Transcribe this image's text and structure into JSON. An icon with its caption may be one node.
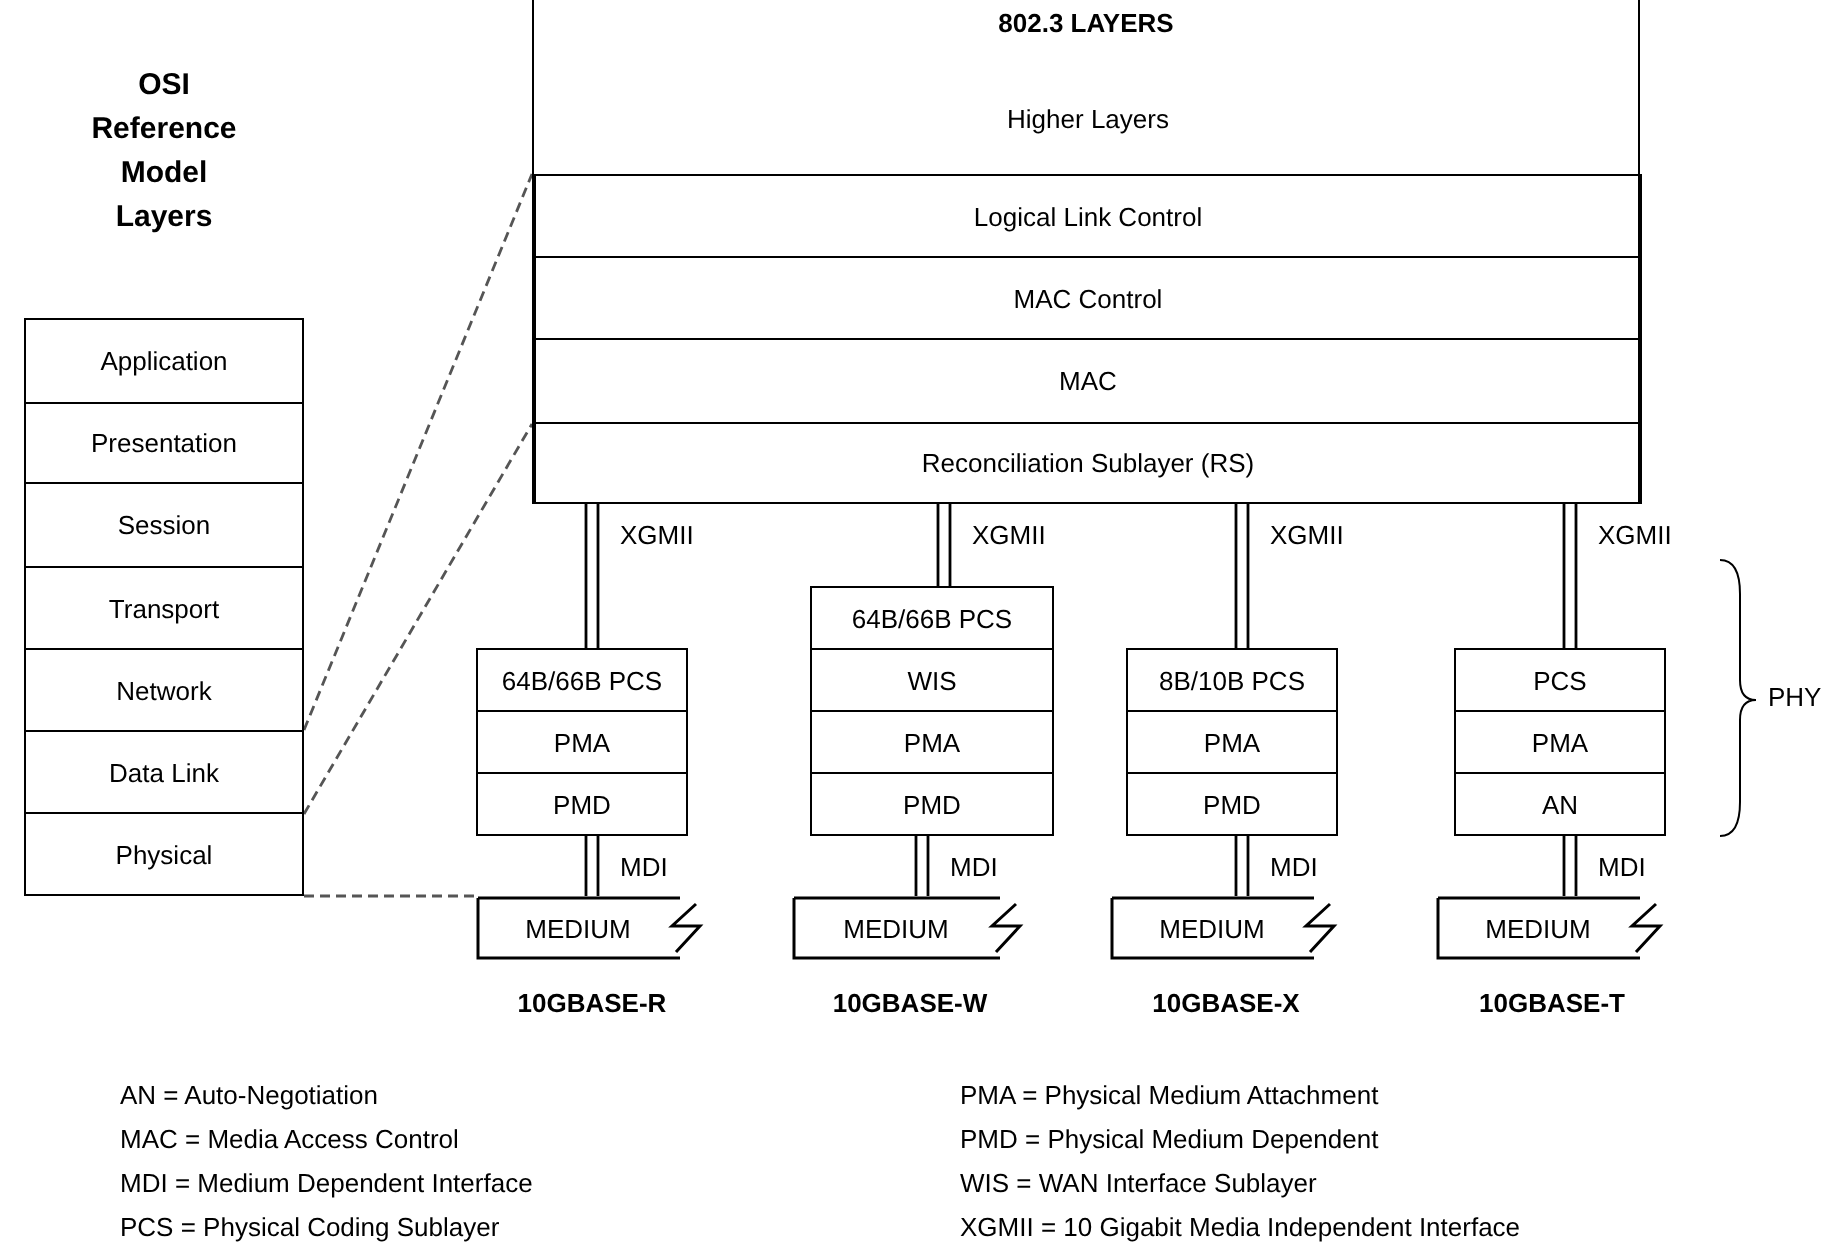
{
  "diagram": {
    "nodes": [
      {
        "text": [
          "Application"
        ]
      },
      {
        "text": [
          "Presentation"
        ]
      },
      {
        "text": [
          "Session"
        ]
      },
      {
        "text": [
          "Transport"
        ]
      },
      {
        "text": [
          "Network"
        ]
      },
      {
        "text": [
          "Data Link"
        ]
      },
      {
        "text": [
          "Physical"
        ]
      },
      {
        "text": [
          "802.3 LAYERS"
        ]
      },
      {
        "text": [
          "Higher Layers"
        ],
        "in": 7
      },
      {
        "text": [
          "Logical Link Control"
        ],
        "in": 7
      },
      {
        "text": [
          "MAC Control"
        ],
        "in": 7
      },
      {
        "text": [
          "MAC"
        ],
        "in": 7
      },
      {
        "text": [
          "Reconciliation Sublayer (RS)"
        ],
        "in": 7
      },
      {
        "text": [
          "64B/66B PCS"
        ]
      },
      {
        "text": [
          "PMA"
        ]
      },
      {
        "text": [
          "PMD"
        ]
      },
      {
        "text": [
          "MEDIUM"
        ],
        "beside": [
          "10GBASE-R"
        ]
      },
      {
        "text": [
          "64B/66B PCS"
        ]
      },
      {
        "text": [
          "WIS"
        ]
      },
      {
        "text": [
          "PMA"
        ]
      },
      {
        "text": [
          "PMD"
        ]
      },
      {
        "text": [
          "MEDIUM"
        ],
        "beside": [
          "10GBASE-W"
        ]
      },
      {
        "text": [
          "8B/10B PCS"
        ]
      },
      {
        "text": [
          "PMA"
        ]
      },
      {
        "text": [
          "PMD"
        ]
      },
      {
        "text": [
          "MEDIUM"
        ],
        "beside": [
          "10GBASE-X"
        ]
      },
      {
        "text": [
          "PCS"
        ]
      },
      {
        "text": [
          "PMA"
        ]
      },
      {
        "text": [
          "AN"
        ]
      },
      {
        "text": [
          "MEDIUM"
        ],
        "beside": [
          "10GBASE-T"
        ]
      }
    ],
    "edges": [
      {
        "from": 12,
        "to": 13,
        "arrow": "none",
        "label": "XGMII"
      },
      {
        "from": 12,
        "to": 17,
        "arrow": "none",
        "label": "XGMII"
      },
      {
        "from": 12,
        "to": 22,
        "arrow": "none",
        "label": "XGMII"
      },
      {
        "from": 12,
        "to": 26,
        "arrow": "none",
        "label": "XGMII"
      },
      {
        "from": 15,
        "to": 16,
        "arrow": "none",
        "label": "MDI"
      },
      {
        "from": 20,
        "to": 21,
        "arrow": "none",
        "label": "MDI"
      },
      {
        "from": 24,
        "to": 25,
        "arrow": "none",
        "label": "MDI"
      },
      {
        "from": 28,
        "to": 29,
        "arrow": "none",
        "label": "MDI"
      },
      {
        "from": 5,
        "to": 9,
        "arrow": "none",
        "style": "dashed"
      },
      {
        "from": 5,
        "to": 11,
        "arrow": "none",
        "style": "dashed"
      },
      {
        "from": 6,
        "to": 16,
        "arrow": "none",
        "style": "dashed"
      }
    ],
    "labels": [
      "OSI Reference Model Layers",
      "PHY",
      "AN = Auto-Negotiation",
      "PMA = Physical Medium Attachment",
      "MAC = Media Access Control",
      "PMD = Physical Medium Dependent",
      "MDI = Medium Dependent Interface",
      "WIS = WAN Interface Sublayer",
      "PCS = Physical Coding Sublayer",
      "XGMII = 10 Gigabit Media Independent Interface"
    ]
  }
}
